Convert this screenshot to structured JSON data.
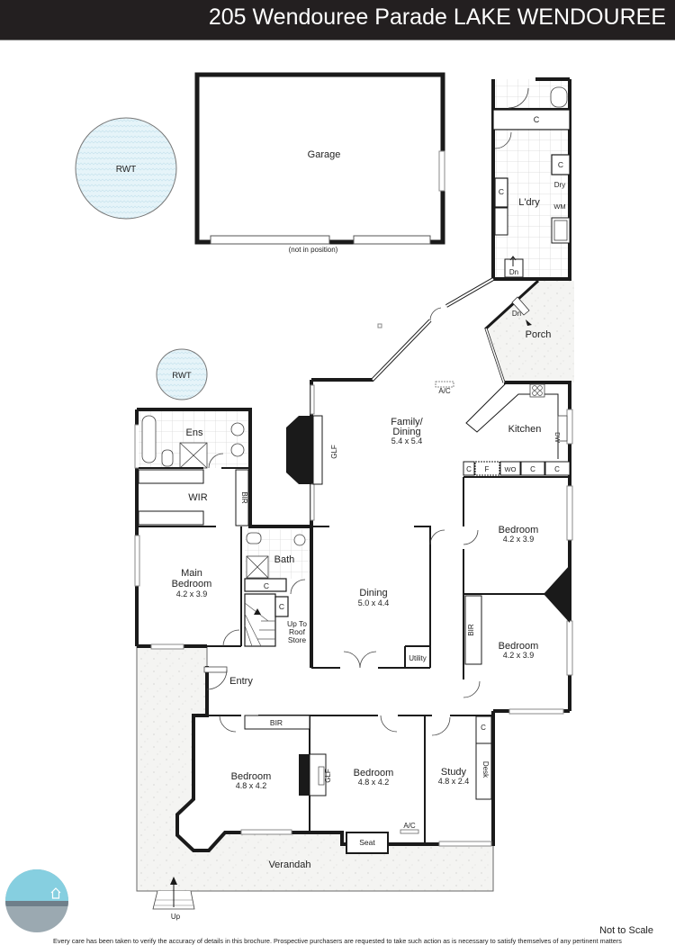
{
  "header": {
    "title": "205 Wendouree Parade LAKE WENDOUREE"
  },
  "plan": {
    "outdoor": {
      "rwt_large": "RWT",
      "rwt_small": "RWT",
      "garage": "Garage",
      "garage_note": "(not in position)",
      "porch": "Porch",
      "verandah": "Verandah",
      "steps_up": "Up"
    },
    "rooms": {
      "laundry": "L'dry",
      "laundry_cupboard_top": "C",
      "laundry_cupboard_right": "C",
      "laundry_cupboard_left": "C",
      "dryer": "Dry",
      "washing_machine": "WM",
      "laundry_stairs_down": "Dn",
      "porch_stairs_down": "Dn",
      "family_dining": "Family/",
      "family_dining_2": "Dining",
      "family_dining_size": "5.4 x 5.4",
      "family_ac": "A/C",
      "family_glf": "GLF",
      "kitchen": "Kitchen",
      "kitchen_dw": "DW",
      "kitchen_units": [
        "C",
        "F",
        "WO",
        "C",
        "C"
      ],
      "ensuite": "Ens",
      "wir": "WIR",
      "main_bir": "BIR",
      "main_bedroom": "Main",
      "main_bedroom_2": "Bedroom",
      "main_bedroom_size": "4.2 x 3.9",
      "bath": "Bath",
      "bath_cupboard": "C",
      "stair_cupboard": "C",
      "roof_store_1": "Up To",
      "roof_store_2": "Roof",
      "roof_store_3": "Store",
      "dining": "Dining",
      "dining_size": "5.0 x 4.4",
      "utility": "Utility",
      "bedroom_ne": "Bedroom",
      "bedroom_ne_size": "4.2 x 3.9",
      "bedroom_e": "Bedroom",
      "bedroom_e_size": "4.2 x 3.9",
      "bedroom_e_bir": "BIR",
      "entry": "Entry",
      "bedroom_sw": "Bedroom",
      "bedroom_sw_size": "4.8 x 4.2",
      "bedroom_sw_bir": "BIR",
      "bedroom_s": "Bedroom",
      "bedroom_s_size": "4.8 x 4.2",
      "bedroom_s_glf": "GLF",
      "bedroom_s_ac": "A/C",
      "seat": "Seat",
      "study": "Study",
      "study_size": "4.8 x 2.4",
      "study_cupboard": "C",
      "desk": "Desk"
    }
  },
  "footer": {
    "scale_note": "Not to Scale",
    "disclaimer": "Every care has been taken to verify the accuracy of details in this brochure. Prospective purchasers are requested to take such action as is necessary to satisfy themselves of any pertinent matters"
  },
  "colors": {
    "header_bg": "#231f20",
    "wall": "#1a1a1a",
    "tank_fill": "#e4f3f8",
    "outdoor_fill": "#f3f3f1",
    "logo_blue": "#86cfe0",
    "logo_grey": "#9ba9b1"
  }
}
